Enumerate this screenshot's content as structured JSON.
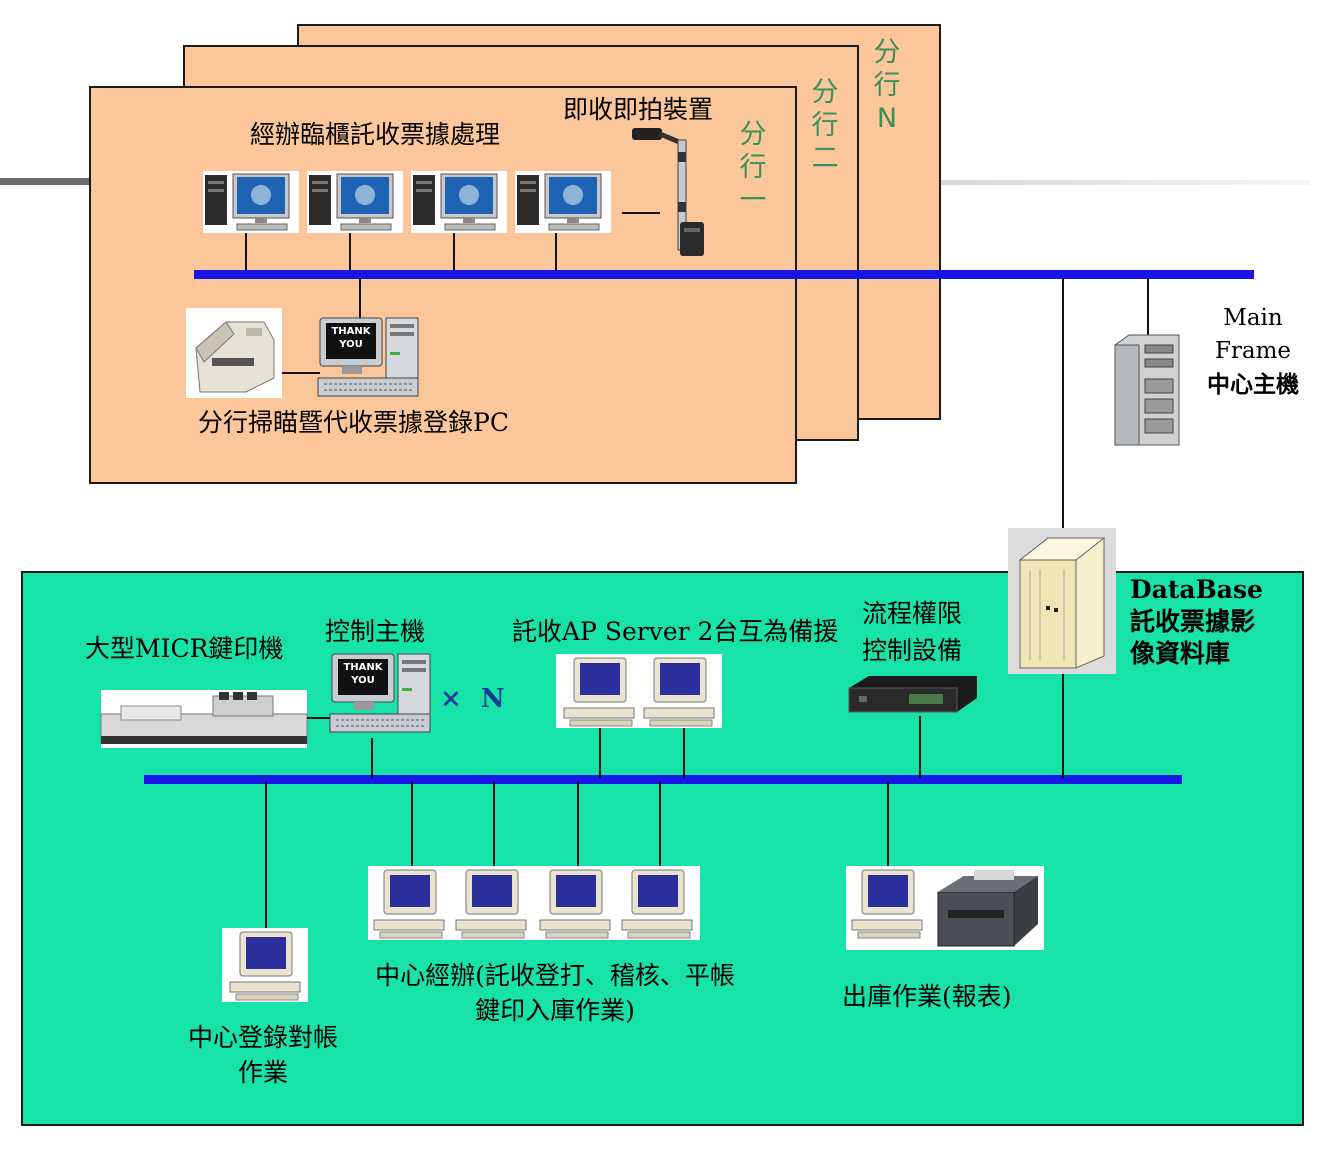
{
  "branches": {
    "back_label": "分行N",
    "middle_label": "分行二",
    "front_label": "分行一",
    "counter_processing": "經辦臨櫃託收票據處理",
    "instant_capture_device": "即收即拍裝置",
    "scanning_pc": "分行掃瞄暨代收票據登錄PC",
    "thank_you_screen": [
      "THANK",
      "YOU"
    ]
  },
  "mainframe": {
    "label_line1": "Main",
    "label_line2": "Frame",
    "label_line3": "中心主機"
  },
  "database": {
    "label_line1": "DataBase",
    "label_line2": "託收票據影",
    "label_line3": "像資料庫"
  },
  "center": {
    "micr_printer": "大型MICR鍵印機",
    "control_host": "控制主機",
    "multiplier": "×",
    "multiplier_n": "N",
    "ap_server": "託收AP Server 2台互為備援",
    "flow_control_line1": "流程權限",
    "flow_control_line2": "控制設備",
    "registration_line1": "中心登錄對帳",
    "registration_line2": "作業",
    "handling_line1": "中心經辦(託收登打、稽核、平帳",
    "handling_line2": "鍵印入庫作業)",
    "output": "出庫作業(報表)"
  },
  "colors": {
    "branch_panel": "#fbc79a",
    "central_panel": "#17e3a9",
    "bus": "#1616e6",
    "branch_label": "#3a8f5a"
  }
}
